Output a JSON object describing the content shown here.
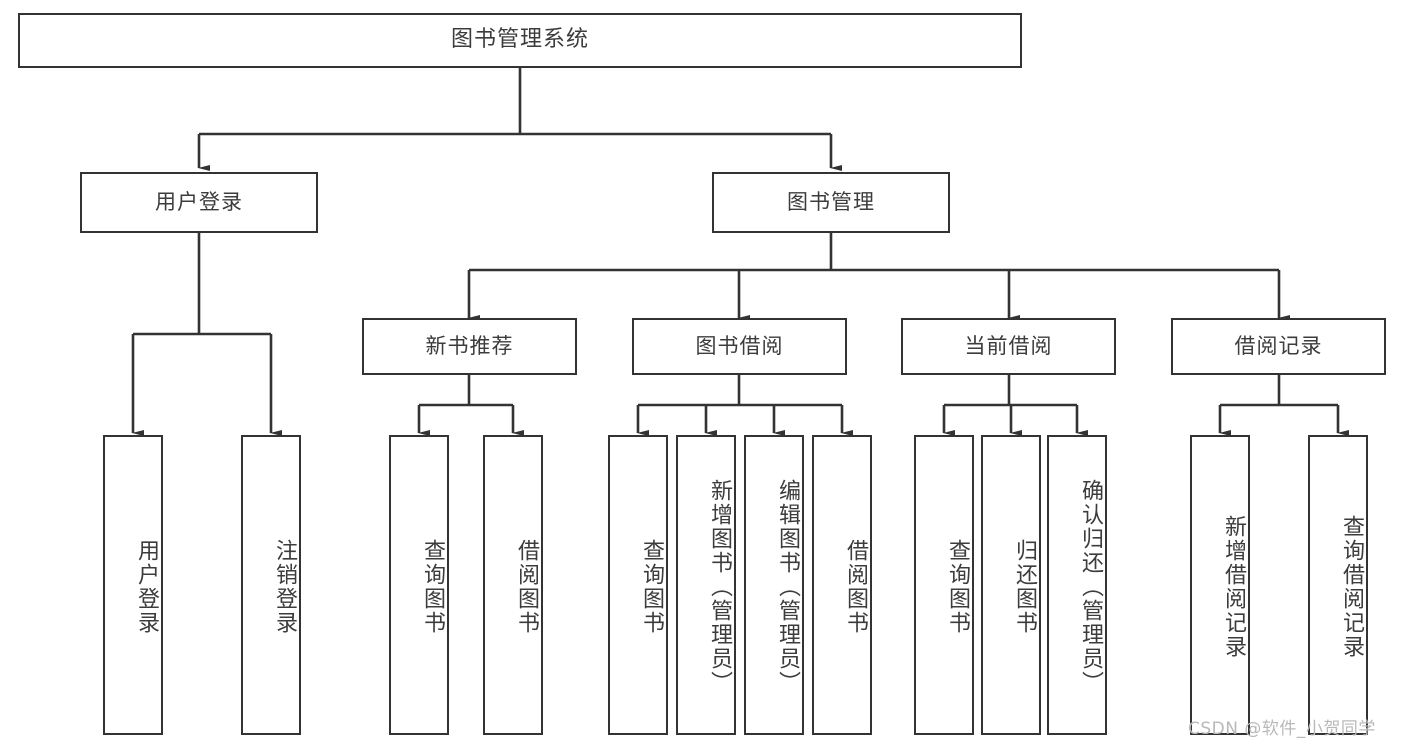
{
  "diagram": {
    "title": "图书管理系统",
    "type": "tree-hierarchy-diagram",
    "root": {
      "label": "图书管理系统"
    },
    "level2": [
      {
        "label": "用户登录"
      },
      {
        "label": "图书管理"
      }
    ],
    "level3": [
      {
        "label": "新书推荐"
      },
      {
        "label": "图书借阅"
      },
      {
        "label": "当前借阅"
      },
      {
        "label": "借阅记录"
      }
    ],
    "leaves": {
      "user_login": [
        {
          "label": "用户登录"
        },
        {
          "label": "注销登录"
        }
      ],
      "new_book_recommend": [
        {
          "label": "查询图书"
        },
        {
          "label": "借阅图书"
        }
      ],
      "book_borrow": [
        {
          "label": "查询图书"
        },
        {
          "label": "新增图书（管理员）"
        },
        {
          "label": "编辑图书（管理员）"
        },
        {
          "label": "借阅图书"
        }
      ],
      "current_borrow": [
        {
          "label": "查询图书"
        },
        {
          "label": "归还图书"
        },
        {
          "label": "确认归还（管理员）"
        }
      ],
      "borrow_record": [
        {
          "label": "新增借阅记录"
        },
        {
          "label": "查询借阅记录"
        }
      ]
    }
  },
  "watermark": {
    "text": "CSDN @软件_小贺同学"
  },
  "colors": {
    "border": "#333333",
    "text": "#3c3c3c",
    "background": "#ffffff",
    "watermark": "#b9b9b9"
  }
}
